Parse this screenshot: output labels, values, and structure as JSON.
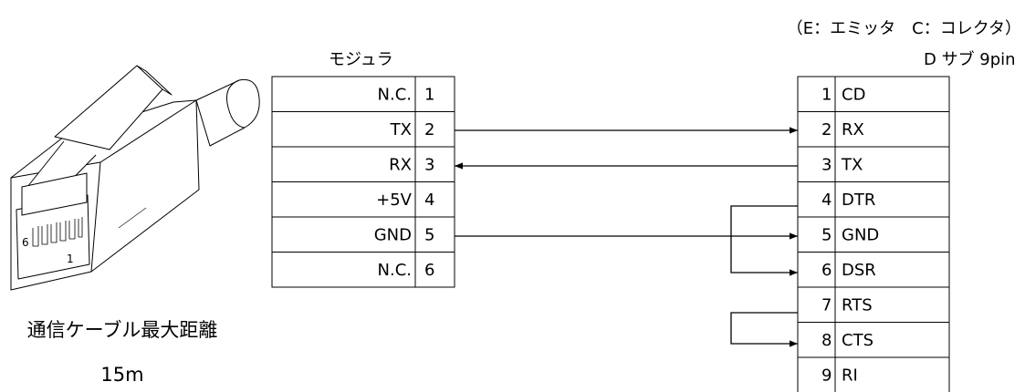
{
  "legend_note": "（E：エミッタ　C：コレクタ）",
  "caption": {
    "line1": "通信ケーブル最大距離",
    "line2": "15m"
  },
  "connector_pin_labels": {
    "first": "6",
    "last": "1"
  },
  "modular": {
    "title": "モジュラ",
    "rows": [
      {
        "name": "N.C.",
        "pin": "1"
      },
      {
        "name": "TX",
        "pin": "2"
      },
      {
        "name": "RX",
        "pin": "3"
      },
      {
        "name": "+5V",
        "pin": "4"
      },
      {
        "name": "GND",
        "pin": "5"
      },
      {
        "name": "N.C.",
        "pin": "6"
      }
    ]
  },
  "dsub": {
    "title": "D サブ 9pin",
    "rows": [
      {
        "pin": "1",
        "name": "CD"
      },
      {
        "pin": "2",
        "name": "RX"
      },
      {
        "pin": "3",
        "name": "TX"
      },
      {
        "pin": "4",
        "name": "DTR"
      },
      {
        "pin": "5",
        "name": "GND"
      },
      {
        "pin": "6",
        "name": "DSR"
      },
      {
        "pin": "7",
        "name": "RTS"
      },
      {
        "pin": "8",
        "name": "CTS"
      },
      {
        "pin": "9",
        "name": "RI"
      }
    ]
  }
}
